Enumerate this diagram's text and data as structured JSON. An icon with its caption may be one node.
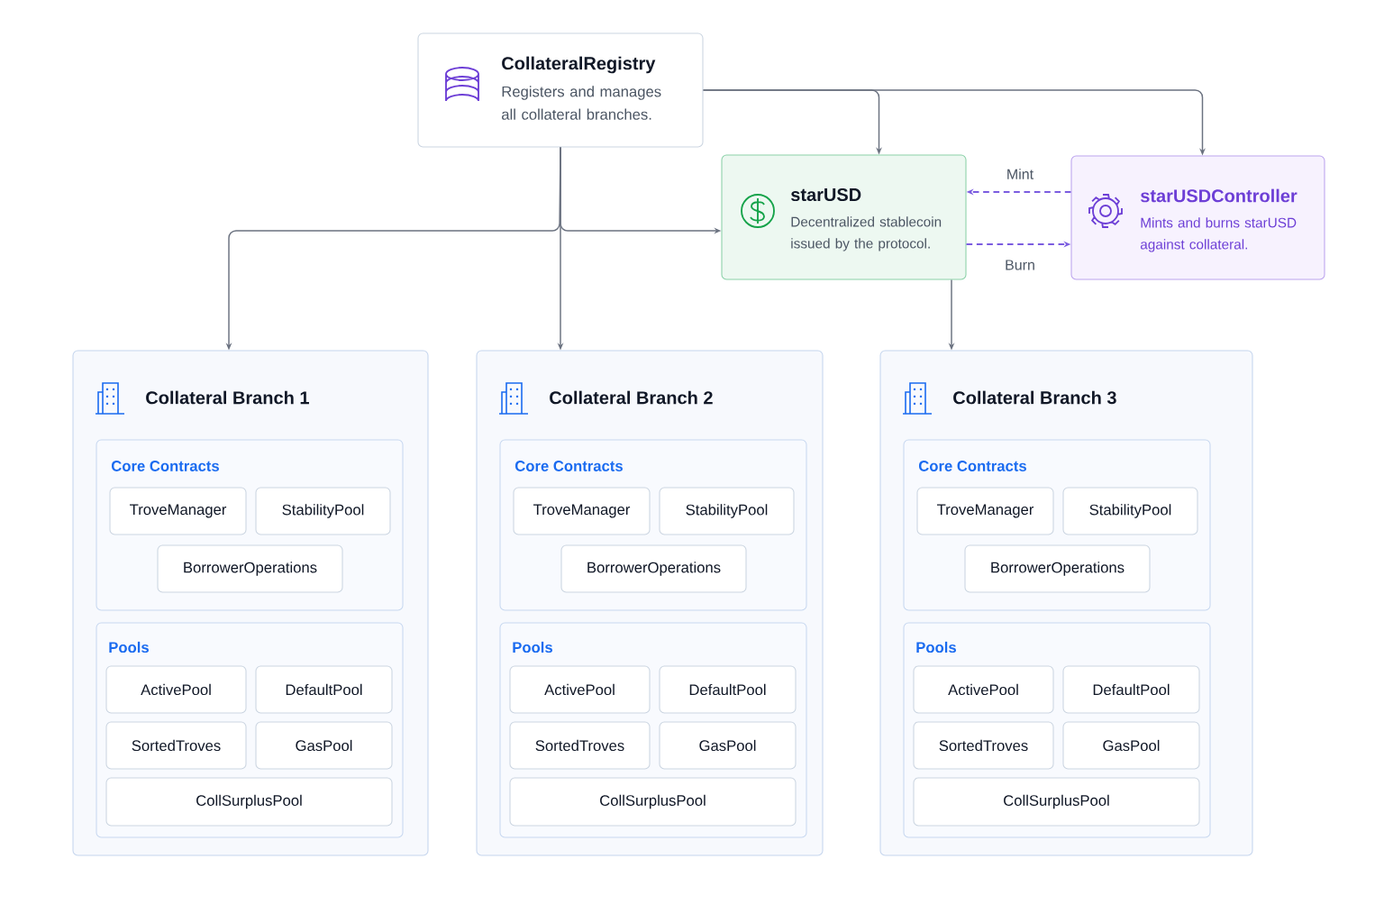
{
  "diagram": {
    "nodes": [
      {
        "text": [
          "CollateralRegistry",
          "Registers and manages all collateral branches."
        ]
      },
      {
        "text": [
          "starUSD",
          "Decentralized stablecoin issued by the protocol."
        ]
      },
      {
        "text": [
          "starUSDController",
          "Mints and burns starUSD against collateral."
        ]
      },
      {
        "text": [
          "Collateral Branch 1"
        ]
      },
      {
        "text": [
          "Core Contracts"
        ],
        "in": 3
      },
      {
        "text": [
          "TroveManager"
        ],
        "in": 4
      },
      {
        "text": [
          "StabilityPool"
        ],
        "in": 4
      },
      {
        "text": [
          "BorrowerOperations"
        ],
        "in": 4
      },
      {
        "text": [
          "Pools"
        ],
        "in": 3
      },
      {
        "text": [
          "ActivePool"
        ],
        "in": 8
      },
      {
        "text": [
          "DefaultPool"
        ],
        "in": 8
      },
      {
        "text": [
          "SortedTroves"
        ],
        "in": 8
      },
      {
        "text": [
          "GasPool"
        ],
        "in": 8
      },
      {
        "text": [
          "CollSurplusPool"
        ],
        "in": 8
      },
      {
        "text": [
          "Collateral Branch 2"
        ]
      },
      {
        "text": [
          "Core Contracts"
        ],
        "in": 14
      },
      {
        "text": [
          "TroveManager"
        ],
        "in": 15
      },
      {
        "text": [
          "StabilityPool"
        ],
        "in": 15
      },
      {
        "text": [
          "BorrowerOperations"
        ],
        "in": 15
      },
      {
        "text": [
          "Pools"
        ],
        "in": 14
      },
      {
        "text": [
          "ActivePool"
        ],
        "in": 19
      },
      {
        "text": [
          "DefaultPool"
        ],
        "in": 19
      },
      {
        "text": [
          "SortedTroves"
        ],
        "in": 19
      },
      {
        "text": [
          "GasPool"
        ],
        "in": 19
      },
      {
        "text": [
          "CollSurplusPool"
        ],
        "in": 19
      },
      {
        "text": [
          "Collateral Branch 3"
        ]
      },
      {
        "text": [
          "Core Contracts"
        ],
        "in": 25
      },
      {
        "text": [
          "TroveManager"
        ],
        "in": 26
      },
      {
        "text": [
          "StabilityPool"
        ],
        "in": 26
      },
      {
        "text": [
          "BorrowerOperations"
        ],
        "in": 26
      },
      {
        "text": [
          "Pools"
        ],
        "in": 25
      },
      {
        "text": [
          "ActivePool"
        ],
        "in": 30
      },
      {
        "text": [
          "DefaultPool"
        ],
        "in": 30
      },
      {
        "text": [
          "SortedTroves"
        ],
        "in": 30
      },
      {
        "text": [
          "GasPool"
        ],
        "in": 30
      },
      {
        "text": [
          "CollSurplusPool"
        ],
        "in": 30
      }
    ],
    "edges": [
      {
        "from": 0,
        "to": 1,
        "arrow": "to"
      },
      {
        "from": 0,
        "to": 2,
        "arrow": "to"
      },
      {
        "from": 0,
        "to": 3,
        "arrow": "to"
      },
      {
        "from": 0,
        "to": 14,
        "arrow": "to"
      },
      {
        "from": 0,
        "to": 1,
        "arrow": "to"
      },
      {
        "from": 1,
        "to": 25,
        "arrow": "to"
      },
      {
        "from": 2,
        "to": 1,
        "arrow": "to",
        "label": "Mint",
        "style": "dashed",
        "color": "#7b5ce0"
      },
      {
        "from": 1,
        "to": 2,
        "arrow": "to",
        "label": "Burn",
        "style": "dashed",
        "color": "#7b5ce0"
      }
    ]
  }
}
